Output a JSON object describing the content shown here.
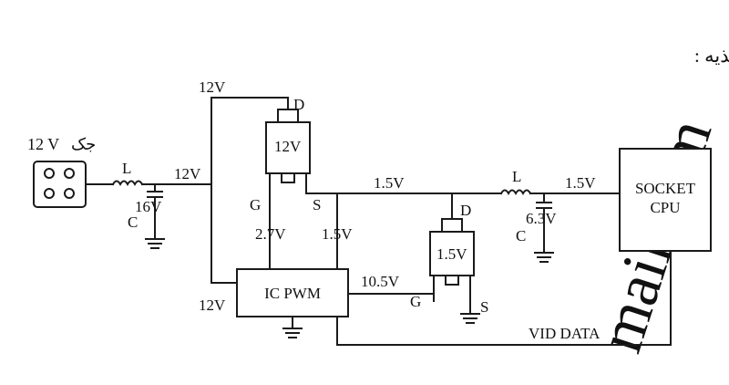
{
  "title": "مدار CORE : با یک فاز تغذیه :",
  "watermark": "mail.com",
  "jack": {
    "voltage": "12 V",
    "name": "جک"
  },
  "input_filter": {
    "inductor": "L",
    "cap": "C",
    "cap_voltage": "16V"
  },
  "rails": {
    "input_12v": "12V",
    "top_12v": "12V",
    "pwm_12v": "12V",
    "mid_1_5v": "1.5V",
    "cpu_1_5v": "1.5V"
  },
  "mosfet_high": {
    "label": "12V",
    "d": "D",
    "g": "G",
    "s": "S",
    "gate_voltage": "2.7V",
    "sense_voltage": "1.5V"
  },
  "mosfet_low": {
    "label": "1.5V",
    "d": "D",
    "g": "G",
    "s": "S"
  },
  "pwm": {
    "label": "IC PWM",
    "gate_voltage": "10.5V"
  },
  "output_filter": {
    "inductor": "L",
    "cap": "C",
    "cap_voltage": "6.3V"
  },
  "cpu": {
    "line1": "SOCKET",
    "line2": "CPU"
  },
  "vid": "VID DATA"
}
